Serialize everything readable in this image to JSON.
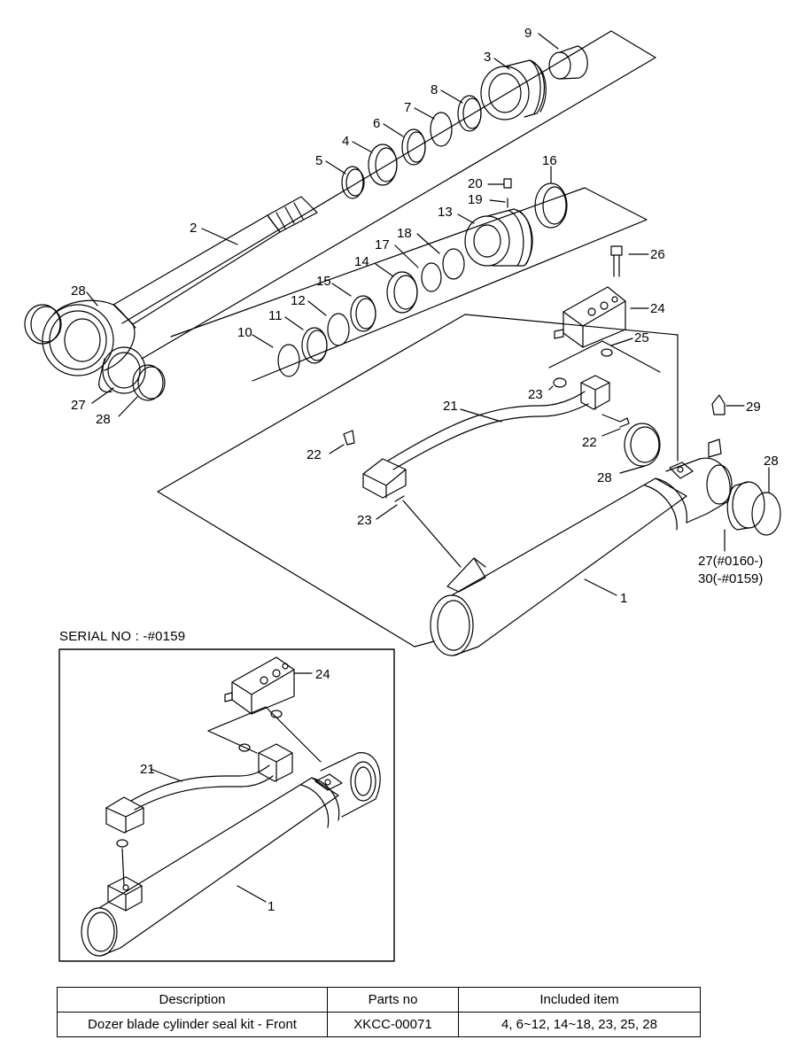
{
  "serial_note": "SERIAL NO : -#0159",
  "labels": {
    "p1": "1",
    "p2": "2",
    "p3": "3",
    "p4": "4",
    "p5": "5",
    "p6": "6",
    "p7": "7",
    "p8": "8",
    "p9": "9",
    "p10": "10",
    "p11": "11",
    "p12": "12",
    "p13": "13",
    "p14": "14",
    "p15": "15",
    "p16": "16",
    "p17": "17",
    "p18": "18",
    "p19": "19",
    "p20": "20",
    "p21": "21",
    "p22": "22",
    "p23": "23",
    "p24": "24",
    "p25": "25",
    "p26": "26",
    "p27": "27",
    "p28": "28",
    "p29": "29",
    "p27_serial": "27(#0160-)",
    "p30_serial": "30(-#0159)"
  },
  "table": {
    "headers": [
      "Description",
      "Parts no",
      "Included item"
    ],
    "rows": [
      [
        "Dozer blade cylinder seal kit - Front",
        "XKCC-00071",
        "4, 6~12, 14~18, 23, 25, 28"
      ]
    ]
  }
}
